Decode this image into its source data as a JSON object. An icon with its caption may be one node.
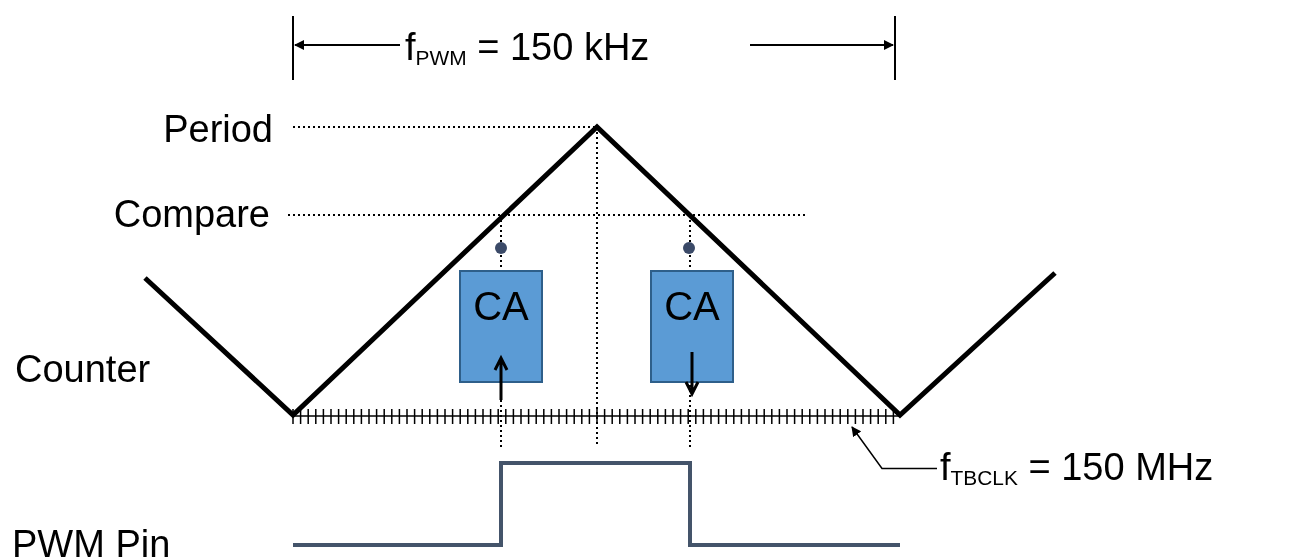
{
  "diagram": {
    "nodes": [
      {
        "text": [
          "CA"
        ]
      },
      {
        "text": [
          "CA"
        ]
      },
      {
        "text": [
          "f$_{TBCLK}$ = 150 MHz"
        ]
      },
      {
        "text": [],
        "shape": "bar"
      }
    ],
    "edges": [
      {
        "from": 2,
        "to": 3,
        "arrow": "to"
      }
    ],
    "labels": [
      "f$_{PWM}$ = 150 kHz",
      "Period",
      "Compare",
      "Counter",
      "PWM Pin"
    ]
  }
}
